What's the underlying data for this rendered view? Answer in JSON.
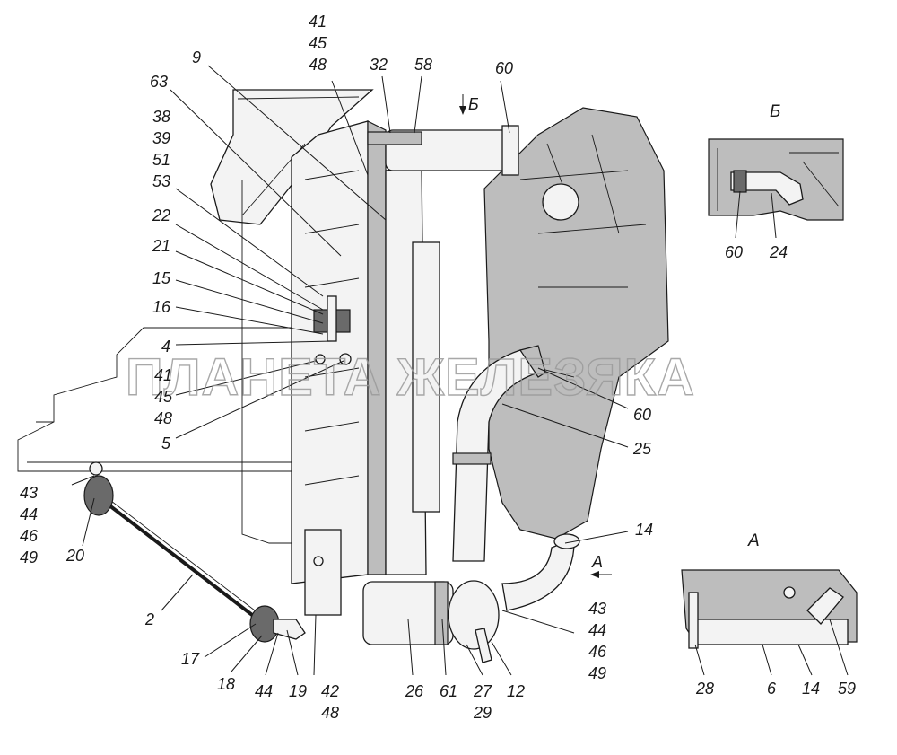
{
  "watermark": "ПЛАНЕТА ЖЕЛЕЗЯКА",
  "views": {
    "b_title": "Б",
    "a_title": "А",
    "b_arrow_label": "Б",
    "a_arrow_label": "А"
  },
  "callouts": {
    "c41_top": "41",
    "c45_top": "45",
    "c48_top": "48",
    "c9": "9",
    "c63": "63",
    "c32": "32",
    "c58": "58",
    "c60_top": "60",
    "c38": "38",
    "c39": "39",
    "c51": "51",
    "c53": "53",
    "c22": "22",
    "c21": "21",
    "c15": "15",
    "c16": "16",
    "c4": "4",
    "c41_mid": "41",
    "c45_mid": "45",
    "c48_mid": "48",
    "c5": "5",
    "c43_left": "43",
    "c44_left": "44",
    "c46_left": "46",
    "c49_left": "49",
    "c20": "20",
    "c2": "2",
    "c17": "17",
    "c18": "18",
    "c44_bot": "44",
    "c19": "19",
    "c42": "42",
    "c48_bot": "48",
    "c26": "26",
    "c61": "61",
    "c27": "27",
    "c29": "29",
    "c12": "12",
    "c43_right": "43",
    "c44_right": "44",
    "c46_right": "46",
    "c49_right": "49",
    "c14_main": "14",
    "c25": "25",
    "c60_mid": "60",
    "b_c60": "60",
    "b_c24": "24",
    "a_c28": "28",
    "a_c6": "6",
    "a_c14": "14",
    "a_c59": "59"
  }
}
